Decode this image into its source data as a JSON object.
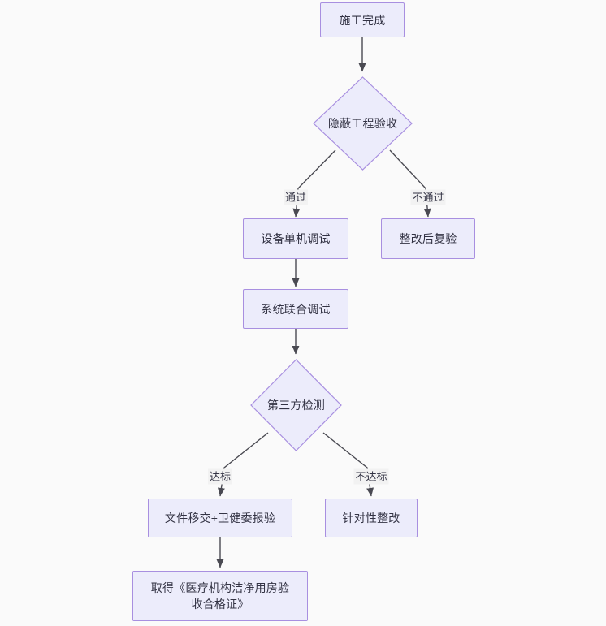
{
  "diagram": {
    "type": "flowchart",
    "title": "",
    "background_color": "#fafafa",
    "node_fill_color": "#ececfb",
    "node_border_color": "#a88fe0",
    "node_text_color": "#333344",
    "edge_color": "#4a4a52",
    "edge_label_background": "#f2f2f2",
    "nodes": [
      {
        "id": "n1",
        "shape": "rect",
        "label": "施工完成"
      },
      {
        "id": "n2",
        "shape": "diamond",
        "label": "隐蔽工程验收"
      },
      {
        "id": "n3",
        "shape": "rect",
        "label": "设备单机调试"
      },
      {
        "id": "n4",
        "shape": "rect",
        "label": "整改后复验"
      },
      {
        "id": "n5",
        "shape": "rect",
        "label": "系统联合调试"
      },
      {
        "id": "n6",
        "shape": "diamond",
        "label": "第三方检测"
      },
      {
        "id": "n7",
        "shape": "rect",
        "label": "文件移交+卫健委报验"
      },
      {
        "id": "n8",
        "shape": "rect",
        "label": "针对性整改"
      },
      {
        "id": "n9",
        "shape": "rect",
        "label": "取得《医疗机构洁净用房验\n收合格证》"
      }
    ],
    "edges": [
      {
        "from": "n1",
        "to": "n2",
        "label": ""
      },
      {
        "from": "n2",
        "to": "n3",
        "label": "通过"
      },
      {
        "from": "n2",
        "to": "n4",
        "label": "不通过"
      },
      {
        "from": "n3",
        "to": "n5",
        "label": ""
      },
      {
        "from": "n5",
        "to": "n6",
        "label": ""
      },
      {
        "from": "n6",
        "to": "n7",
        "label": "达标"
      },
      {
        "from": "n6",
        "to": "n8",
        "label": "不达标"
      },
      {
        "from": "n7",
        "to": "n9",
        "label": ""
      }
    ]
  }
}
